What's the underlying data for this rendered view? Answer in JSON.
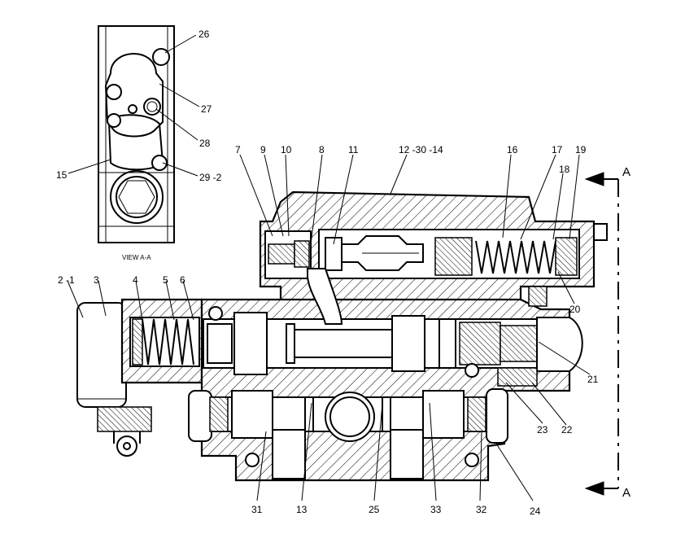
{
  "view_caption": "VIEW A-A",
  "section_marks": [
    "A",
    "A"
  ],
  "callouts": {
    "c26": "26",
    "c27": "27",
    "c28": "28",
    "c15": "15",
    "c29": "29 -2",
    "c7": "7",
    "c9": "9",
    "c10": "10",
    "c8": "8",
    "c11": "11",
    "c12": "12 -30 -14",
    "c16": "16",
    "c17": "17",
    "c19": "19",
    "c18": "18",
    "c2": "2 -1",
    "c3": "3",
    "c4": "4",
    "c5": "5",
    "c6": "6",
    "c20": "20",
    "c21": "21",
    "c23": "23",
    "c22": "22",
    "c31": "31",
    "c13": "13",
    "c25": "25",
    "c33": "33",
    "c32": "32",
    "c24": "24"
  }
}
